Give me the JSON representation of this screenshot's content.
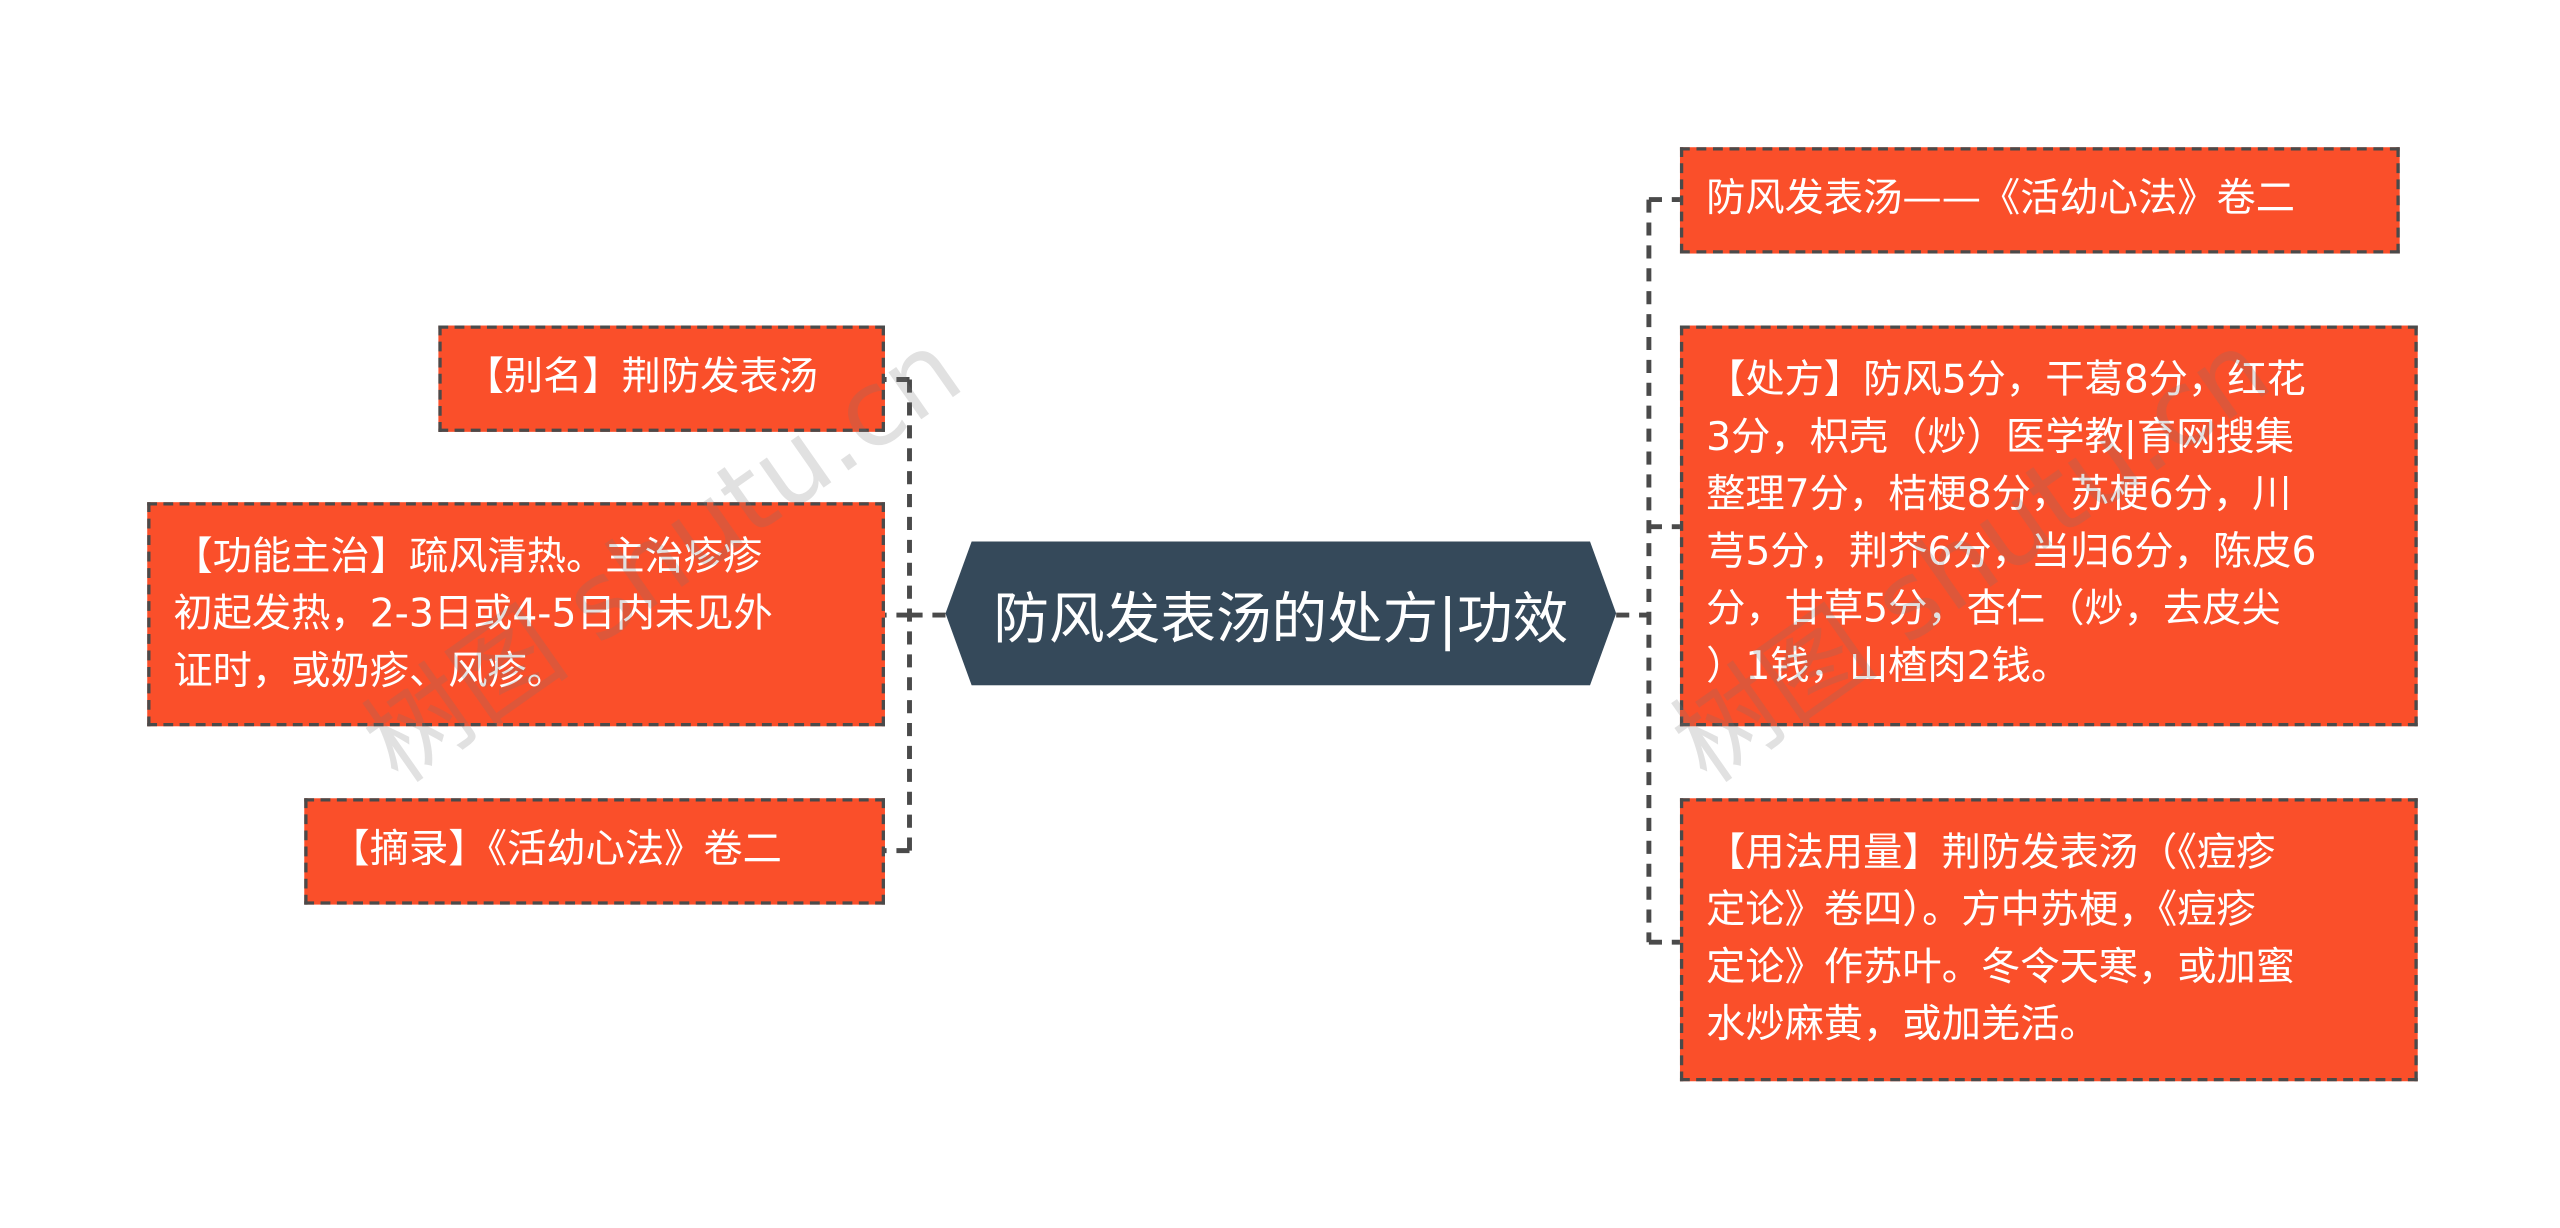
{
  "colors": {
    "node_fill": "#fa4f2a",
    "node_border": "#4a4a4a",
    "central_fill": "#35495a",
    "connector": "#4a4a4a",
    "text": "#ffffff"
  },
  "central": {
    "title": "防风发表汤的处方|功效"
  },
  "left_nodes": [
    {
      "lines": [
        "【别名】荆防发表汤"
      ]
    },
    {
      "lines": [
        "【功能主治】疏风清热。主治疹疹",
        "初起发热，2-3日或4-5日内未见外",
        "证时，或奶疹、风疹。"
      ]
    },
    {
      "lines": [
        "【摘录】《活幼心法》卷二"
      ]
    }
  ],
  "right_nodes": [
    {
      "lines": [
        "防风发表汤——《活幼心法》卷二"
      ]
    },
    {
      "lines": [
        "【处方】防风5分，干葛8分，红花",
        "3分，枳壳（炒）医学教|育网搜集",
        "整理7分，桔梗8分，苏梗6分，川",
        "芎5分，荆芥6分，当归6分，陈皮6",
        "分，甘草5分，杏仁（炒，去皮尖",
        "）1钱，山楂肉2钱。"
      ]
    },
    {
      "lines": [
        "【用法用量】荆防发表汤（《痘疹",
        "定论》卷四）。方中苏梗，《痘疹",
        "定论》作苏叶。冬令天寒，或加蜜",
        "水炒麻黄，或加羌活。"
      ]
    }
  ],
  "watermarks": [
    "树图 shutu.cn",
    "树图 shutu.cn"
  ]
}
